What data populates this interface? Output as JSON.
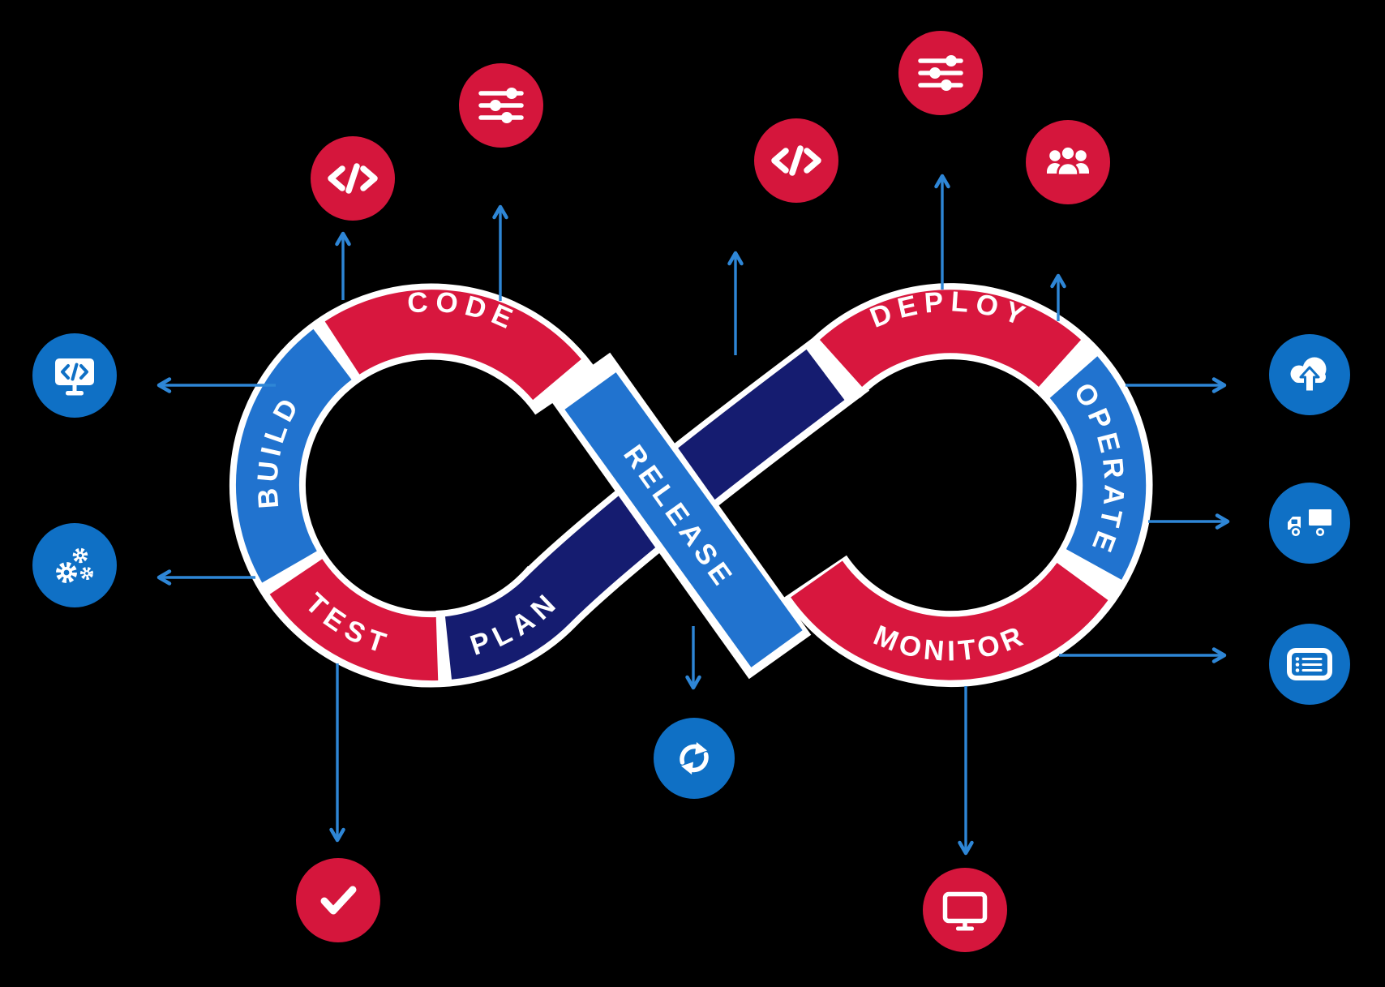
{
  "colors": {
    "background": "#000000",
    "white": "#ffffff",
    "red": "#d8173e",
    "navy": "#151c70",
    "loop_blue": "#2173cf",
    "icon_red": "#d5163c",
    "icon_blue": "#0f70c5",
    "arrow": "#2e86d6"
  },
  "segments": [
    {
      "id": "code",
      "label": "CODE"
    },
    {
      "id": "build",
      "label": "BUILD"
    },
    {
      "id": "test",
      "label": "TEST"
    },
    {
      "id": "plan",
      "label": "PLAN"
    },
    {
      "id": "release",
      "label": "RELEASE"
    },
    {
      "id": "deploy",
      "label": "DEPLOY"
    },
    {
      "id": "operate",
      "label": "OPERATE"
    },
    {
      "id": "monitor",
      "label": "MONITOR"
    }
  ],
  "icons": [
    {
      "name": "code-icon",
      "variant": "red",
      "position": "top-left"
    },
    {
      "name": "sliders-icon",
      "variant": "red",
      "position": "top-left-upper"
    },
    {
      "name": "code-icon",
      "variant": "red",
      "position": "top-right"
    },
    {
      "name": "sliders-icon",
      "variant": "red",
      "position": "top-right-upper"
    },
    {
      "name": "team-icon",
      "variant": "red",
      "position": "top-far-right"
    },
    {
      "name": "dev-monitor-icon",
      "variant": "blue",
      "position": "left-upper"
    },
    {
      "name": "gears-icon",
      "variant": "blue",
      "position": "left-lower"
    },
    {
      "name": "cloud-upload-icon",
      "variant": "blue",
      "position": "right-upper"
    },
    {
      "name": "delivery-truck-icon",
      "variant": "blue",
      "position": "right-middle"
    },
    {
      "name": "list-card-icon",
      "variant": "blue",
      "position": "right-lower"
    },
    {
      "name": "sync-icon",
      "variant": "blue",
      "position": "bottom-center"
    },
    {
      "name": "checkmark-icon",
      "variant": "red",
      "position": "bottom-left"
    },
    {
      "name": "monitor-icon",
      "variant": "red",
      "position": "bottom-right"
    }
  ]
}
